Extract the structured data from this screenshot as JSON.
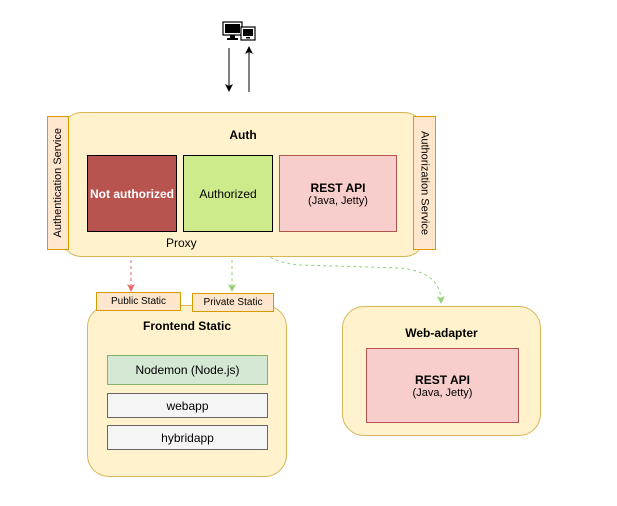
{
  "colors": {
    "container_fill": "#fff2cc",
    "container_stroke": "#d6b656",
    "tab_fill": "#ffe6cc",
    "tab_stroke": "#d79b00",
    "not_authorized_fill": "#b85450",
    "authorized_fill": "#cdeb8b",
    "rest_fill": "#f8cecc",
    "rest_stroke": "#b85450",
    "nodemon_fill": "#d5e8d4",
    "nodemon_stroke": "#82b366",
    "app_fill": "#f5f5f5",
    "app_stroke": "#666666",
    "red_arrow": "#ea6b66",
    "green_arrow": "#97d077"
  },
  "client": {
    "icon": "computer-monitor-icon"
  },
  "auth": {
    "title": "Auth",
    "left_side": "Authentication Service",
    "right_side": "Authorization Service",
    "not_authorized": "Not authorized",
    "authorized": "Authorized",
    "proxy": "Proxy",
    "rest_api": {
      "title": "REST API",
      "subtitle": "(Java, Jetty)"
    }
  },
  "frontend": {
    "title": "Frontend Static",
    "public_tab": "Public Static",
    "private_tab": "Private Static",
    "nodemon": "Nodemon (Node.js)",
    "webapp": "webapp",
    "hybridapp": "hybridapp"
  },
  "web_adapter": {
    "title": "Web-adapter",
    "rest_api": {
      "title": "REST API",
      "subtitle": "(Java, Jetty)"
    }
  }
}
